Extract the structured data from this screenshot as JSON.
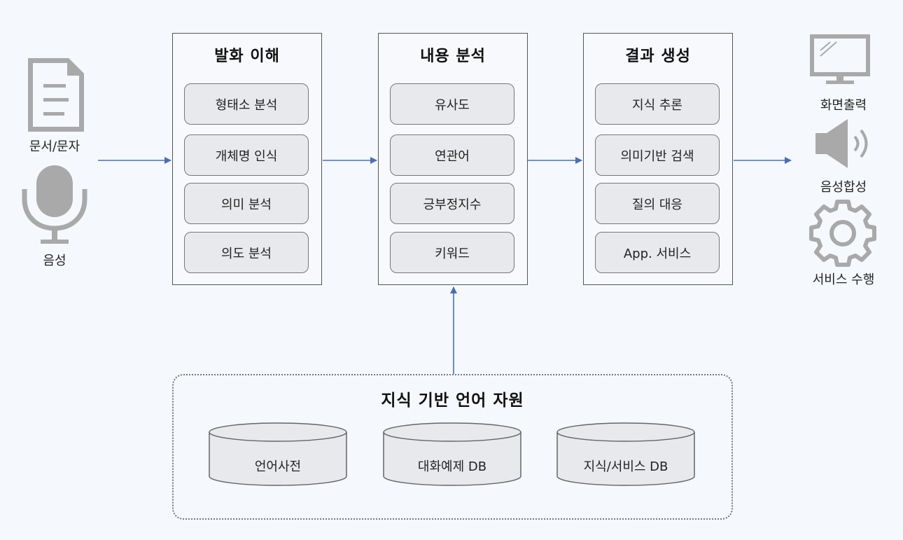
{
  "inputs": {
    "document_label": "문서/문자",
    "voice_label": "음성"
  },
  "stages": [
    {
      "title": "발화 이해",
      "steps": [
        "형태소 분석",
        "개체명 인식",
        "의미 분석",
        "의도 분석"
      ]
    },
    {
      "title": "내용 분석",
      "steps": [
        "유사도",
        "연관어",
        "긍부정지수",
        "키워드"
      ]
    },
    {
      "title": "결과 생성",
      "steps": [
        "지식 추론",
        "의미기반 검색",
        "질의 대응",
        "App. 서비스"
      ]
    }
  ],
  "outputs": {
    "screen_label": "화면출력",
    "speech_label": "음성합성",
    "service_label": "서비스 수행"
  },
  "knowledge": {
    "title": "지식 기반 언어 자원",
    "databases": [
      "언어사전",
      "대화예제 DB",
      "지식/서비스 DB"
    ]
  },
  "colors": {
    "arrow": "#4a6fb7",
    "icon_gray": "#a9a9a9"
  }
}
